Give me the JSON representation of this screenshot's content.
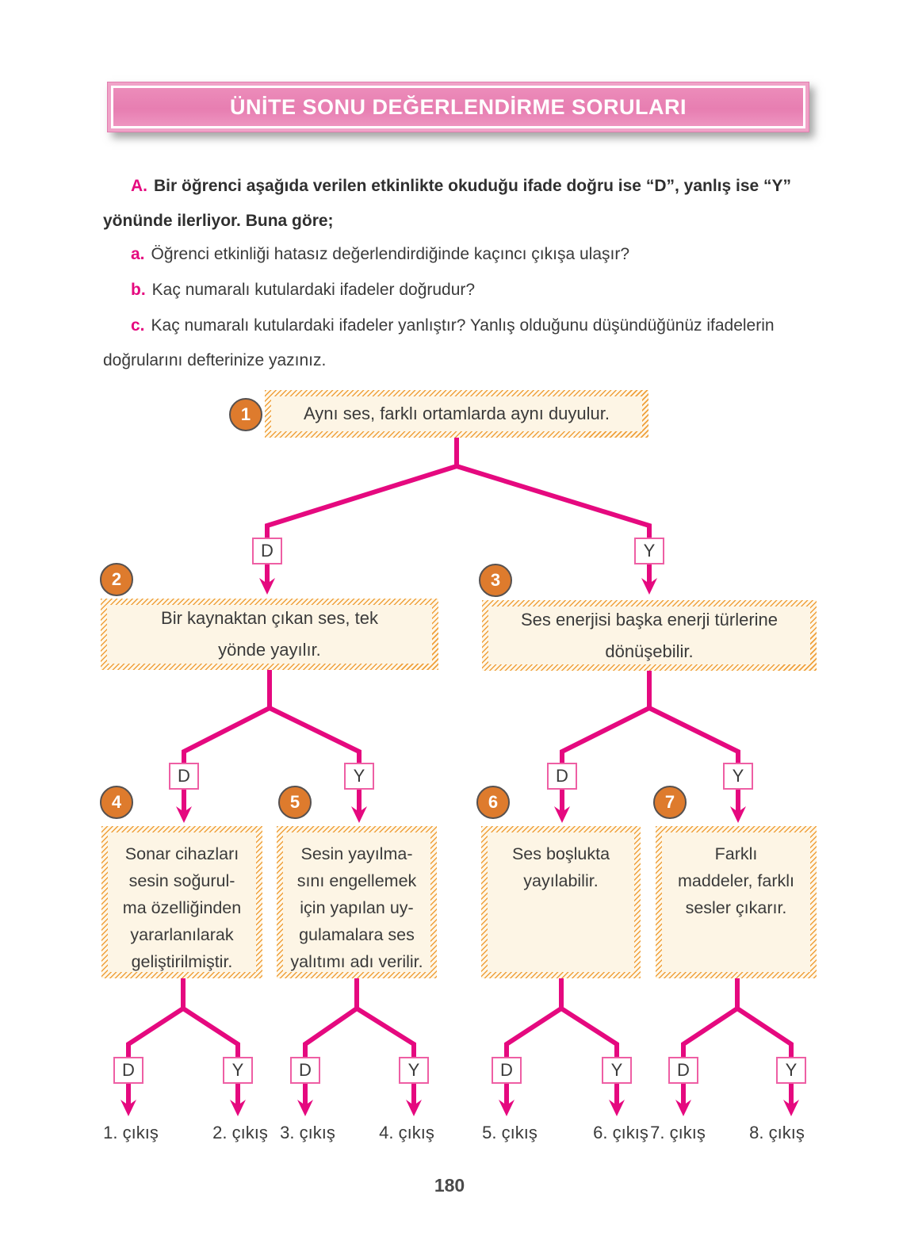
{
  "page": {
    "number": "180"
  },
  "header": {
    "title": "ÜNİTE SONU DEĞERLENDİRME SORULARI"
  },
  "question": {
    "intro_label": "A.",
    "intro_text": "Bir öğrenci aşağıda verilen etkinlikte okuduğu ifade doğru ise “D”, yanlış ise “Y”\nyönünde ilerliyor. Buna göre;",
    "items": [
      {
        "label": "a.",
        "text": "Öğrenci etkinliği hatasız değerlendirdiğinde kaçıncı çıkışa ulaşır?"
      },
      {
        "label": "b.",
        "text": "Kaç numaralı kutulardaki ifadeler doğrudur?"
      },
      {
        "label": "c.",
        "text": "Kaç numaralı kutulardaki ifadeler yanlıştır? Yanlış olduğunu düşündüğünüz ifadelerin\ndoğrularını defterinize yazınız."
      }
    ]
  },
  "flowchart": {
    "nodes": [
      {
        "number": "1",
        "text": "Aynı ses, farklı ortamlarda aynı duyulur."
      },
      {
        "number": "2",
        "text": "Bir kaynaktan çıkan ses, tek\nyönde yayılır."
      },
      {
        "number": "3",
        "text": "Ses enerjisi başka enerji türlerine\ndönüşebilir."
      },
      {
        "number": "4",
        "text": "Sonar cihazları\nsesin soğurul-\nma özelliğinden\nyararlanılarak\ngeliştirilmiştir."
      },
      {
        "number": "5",
        "text": "Sesin yayılma-\nsını engellemek\niçin yapılan uy-\ngulamalara ses\nyalıtımı adı verilir."
      },
      {
        "number": "6",
        "text": "Ses boşlukta\nyayılabilir."
      },
      {
        "number": "7",
        "text": "Farklı\nmaddeler, farklı\nsesler çıkarır."
      }
    ],
    "dy_labels": [
      "D",
      "Y",
      "D",
      "Y",
      "D",
      "Y",
      "D",
      "Y",
      "D",
      "Y",
      "D",
      "Y",
      "D",
      "Y"
    ],
    "exits": [
      "1. çıkış",
      "2. çıkış",
      "3. çıkış",
      "4. çıkış",
      "5. çıkış",
      "6. çıkış",
      "7. çıkış",
      "8. çıkış"
    ],
    "colors": {
      "line": "#e5097f",
      "box_fill": "#fdf5e5",
      "stripe": "#efa03c",
      "circle": "#de7b2d",
      "banner": "#e77eb1"
    }
  }
}
